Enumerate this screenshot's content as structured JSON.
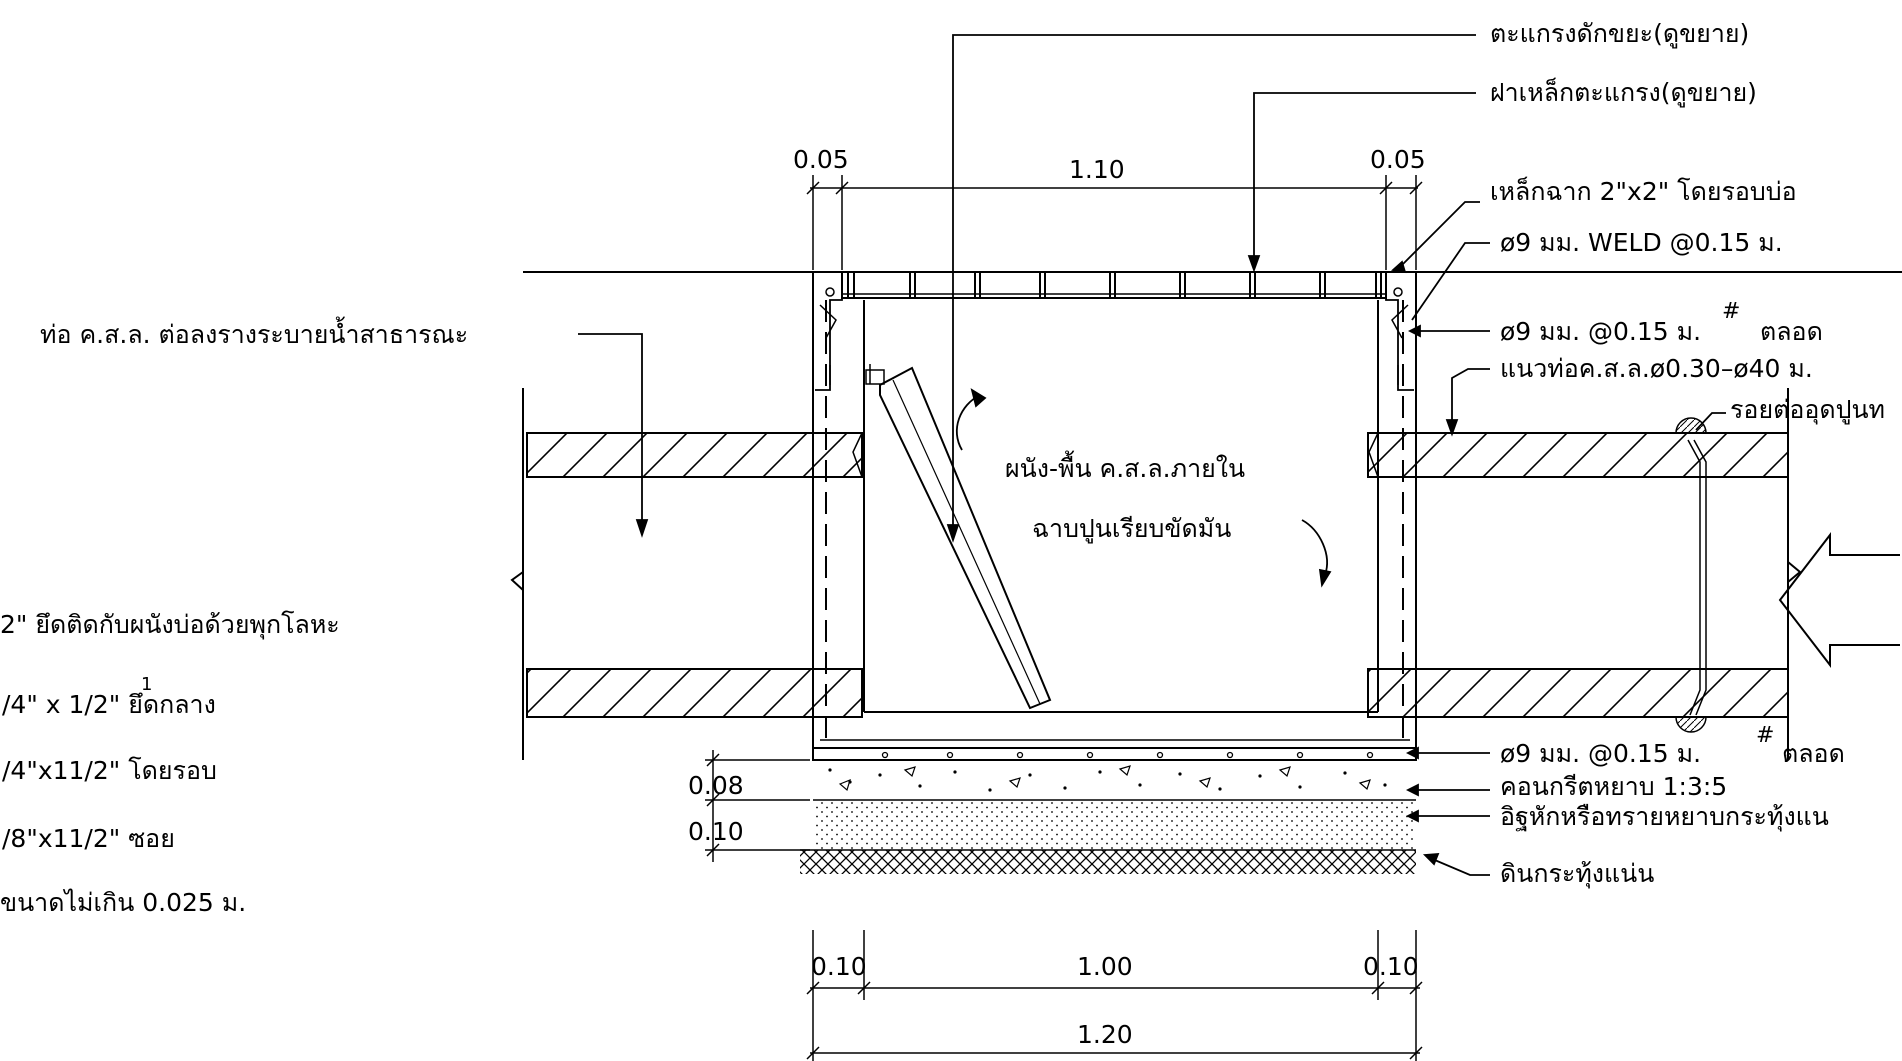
{
  "labels": {
    "grating": "ตะแกรงดักขยะ(ดูขยาย)",
    "grating_cover": "ฝาเหล็กตะแกรง(ดูขยาย)",
    "angle_steel": "เหล็กฉาก 2\"x2\" โดยรอบบ่อ",
    "weld": "ø9 มม. WELD  @0.15 ม.",
    "rebar_top": "ø9 มม. @0.15 ม.",
    "rebar_top_hash": "#",
    "rebar_top_suffix": "ตลอด",
    "pipe_line": "แนวท่อค.ส.ล.ø0.30–ø40 ม.",
    "joint": "รอยต่ออุดปูนท",
    "pipe_left": "ท่อ ค.ส.ล. ต่อลงรางระบายน้ำสาธารณะ",
    "wall_line1": "ผนัง-พื้น ค.ส.ล.ภายใน",
    "wall_line2": "ฉาบปูนเรียบขัดมัน",
    "rebar_bottom": "ø9  มม. @0.15 ม.",
    "rebar_bottom_hash": "#",
    "rebar_bottom_suffix": "ตลอด",
    "lean_concrete": "คอนกรีตหยาบ  1:3:5",
    "gravel": "อิฐหักหรือทรายหยาบกระทุ้งแน",
    "soil": "ดินกระทุ้งแน่น"
  },
  "left_notes": [
    "2\" ยึดติดกับผนังบ่อด้วยพุกโลหะ",
    "/4\" x  1/2\"  ยึดกลาง",
    "/4\"x11/2\" โดยรอบ",
    "/8\"x11/2\"  ซอย",
    "ขนาดไม่เกิน  0.025  ม."
  ],
  "left_notes_superscript": "1",
  "dimensions": {
    "top_left": "0.05",
    "top_mid": "1.10",
    "top_right": "0.05",
    "layer_1": "0.08",
    "layer_2": "0.10",
    "bottom_left": "0.10",
    "bottom_mid": "1.00",
    "bottom_right": "0.10",
    "bottom_total": "1.20"
  }
}
